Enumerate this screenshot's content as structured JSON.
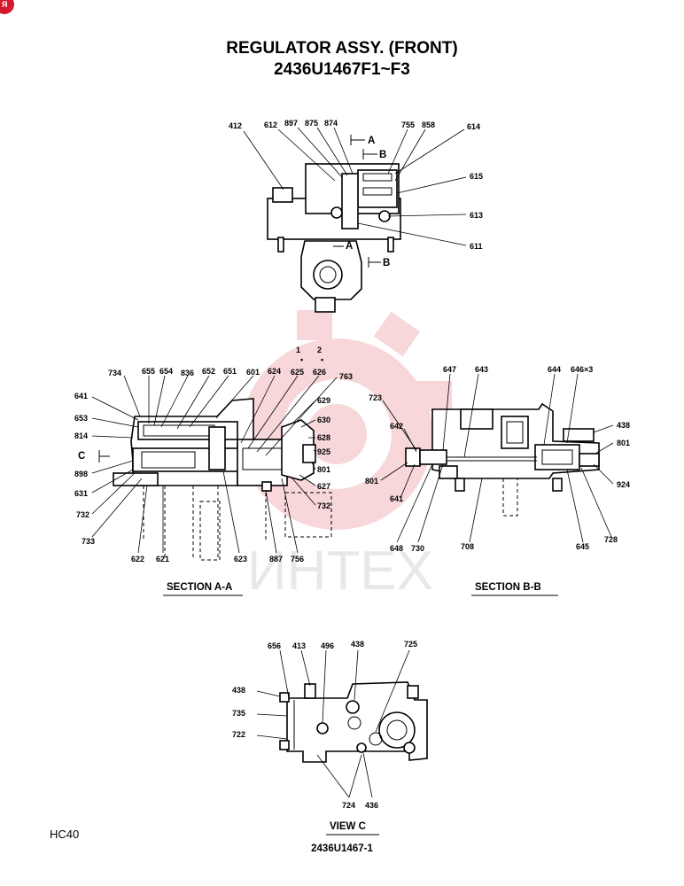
{
  "title_line1": "REGULATOR ASSY. (FRONT)",
  "title_line2": "2436U1467F1~F3",
  "logo_text": "ИНТЕХ",
  "logo_color": "#f2b8bd",
  "corner_mark_color": "#d21a2c",
  "top_view": {
    "section_marks": [
      "A",
      "B",
      "A",
      "B"
    ],
    "labels": [
      "412",
      "612",
      "897",
      "875",
      "874",
      "755",
      "858",
      "614",
      "615",
      "613",
      "611"
    ]
  },
  "section_a": {
    "title": "SECTION A-A",
    "view_mark": "C",
    "labels": [
      "1",
      "2",
      "734",
      "655",
      "654",
      "836",
      "652",
      "651",
      "601",
      "624",
      "625",
      "626",
      "763",
      "641",
      "653",
      "814",
      "898",
      "631",
      "732",
      "733",
      "622",
      "621",
      "623",
      "887",
      "756",
      "629",
      "630",
      "628",
      "925",
      "801",
      "627",
      "732"
    ]
  },
  "section_b": {
    "title": "SECTION  B-B",
    "labels": [
      "647",
      "643",
      "644",
      "646×3",
      "723",
      "642",
      "438",
      "801",
      "924",
      "801",
      "641",
      "648",
      "730",
      "708",
      "645",
      "728"
    ]
  },
  "view_c": {
    "title": "VIEW  C",
    "labels": [
      "656",
      "413",
      "496",
      "438",
      "725",
      "438",
      "735",
      "722",
      "724",
      "436"
    ]
  },
  "model_code": "HC40",
  "drawing_number": "2436U1467-1"
}
